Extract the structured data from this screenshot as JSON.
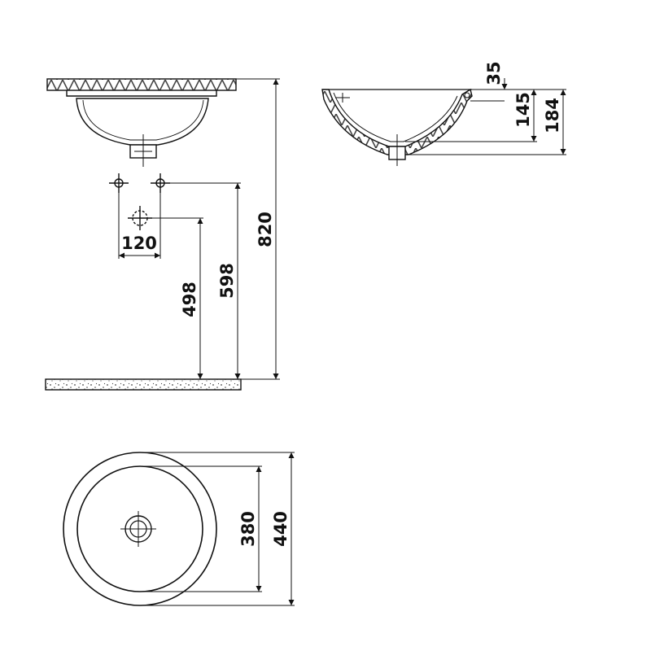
{
  "drawing": {
    "line_color": "#111111",
    "fill_color": "#ffffff",
    "hatch_color": "#555555"
  },
  "front_view": {
    "labels": {
      "overall_height": "820",
      "mount_height": "598",
      "drain_height": "498",
      "tap_spacing": "120"
    }
  },
  "side_view": {
    "labels": {
      "rim_thickness": "35",
      "bowl_depth": "145",
      "total_height": "184"
    }
  },
  "top_view": {
    "labels": {
      "inner_diameter": "380",
      "outer_diameter": "440"
    }
  }
}
